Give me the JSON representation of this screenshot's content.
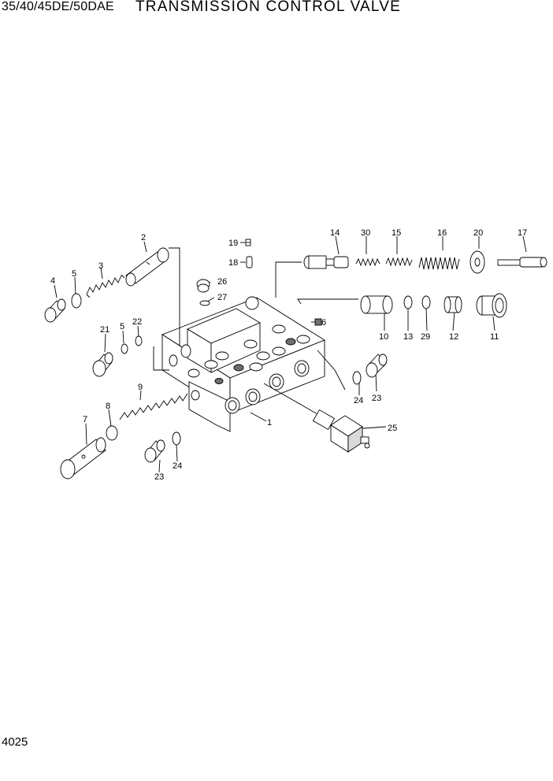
{
  "header": {
    "model": "35/40/45DE/50DAE",
    "title": "TRANSMISSION  CONTROL VALVE"
  },
  "page_number": "4025",
  "callouts": [
    "1",
    "2",
    "3",
    "4",
    "5",
    "5",
    "6",
    "7",
    "8",
    "9",
    "10",
    "11",
    "12",
    "13",
    "14",
    "15",
    "16",
    "17",
    "18",
    "19",
    "20",
    "21",
    "22",
    "23",
    "23",
    "24",
    "24",
    "25",
    "26",
    "27",
    "29",
    "30"
  ],
  "icons": [
    "valve-body",
    "solenoid-valve",
    "spool",
    "spring",
    "o-ring",
    "plug",
    "cap",
    "sleeve",
    "piston"
  ]
}
